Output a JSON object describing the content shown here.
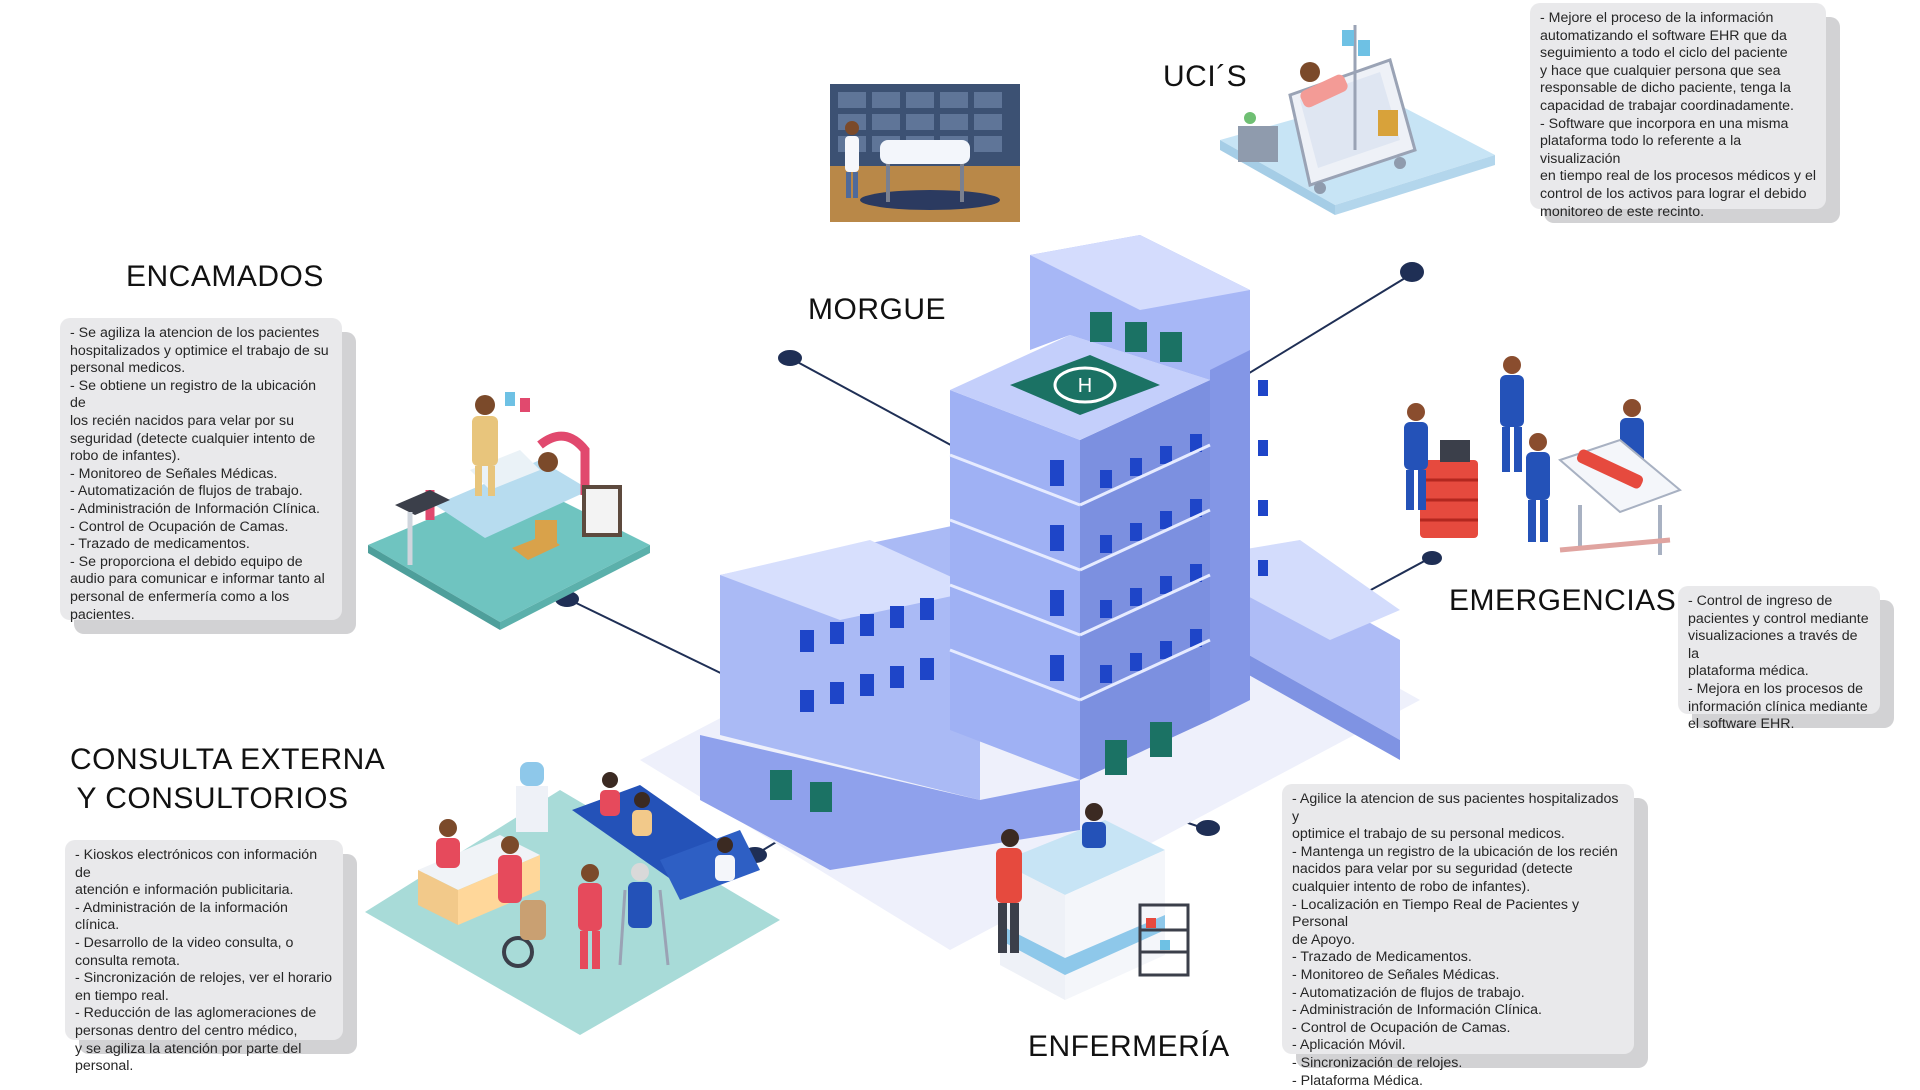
{
  "sections": {
    "uci": {
      "title": "UCI´S",
      "lines": [
        "- Mejore el proceso de la información\nautomatizando el software EHR que da\nseguimiento a todo el ciclo del paciente\ny hace que cualquier persona que sea\nresponsable de dicho paciente, tenga la\ncapacidad de trabajar coordinadamente.",
        "- Software que incorpora en una misma\nplataforma todo lo referente a la visualización\nen tiempo real de los procesos médicos y el\ncontrol de los activos para lograr el debido\nmonitoreo de este recinto."
      ]
    },
    "morgue": {
      "title": "MORGUE"
    },
    "encamados": {
      "title": "ENCAMADOS",
      "lines": [
        "- Se agiliza la atencion de los pacientes\nhospitalizados y optimice el trabajo de su\npersonal medicos.",
        "- Se obtiene un registro de la ubicación de\nlos recién nacidos para velar por su\nseguridad (detecte cualquier intento de\nrobo de infantes).",
        "- Monitoreo de Señales Médicas.",
        "- Automatización de flujos de trabajo.",
        "- Administración de Información Clínica.",
        "- Control de Ocupación de Camas.",
        "- Trazado de medicamentos.",
        "- Se proporciona el debido equipo de\naudio para comunicar e informar tanto al\npersonal de enfermería como a los\npacientes."
      ]
    },
    "emergencias": {
      "title": "EMERGENCIAS",
      "lines": [
        "- Control de ingreso de\npacientes y control mediante\nvisualizaciones a través de la\nplataforma médica.",
        "- Mejora en los procesos de\ninformación clínica mediante\nel software EHR."
      ]
    },
    "consulta": {
      "title_line1": "CONSULTA EXTERNA",
      "title_line2": "Y CONSULTORIOS",
      "lines": [
        "- Kioskos electrónicos con información de\natención e información publicitaria.",
        "- Administración de la información clínica.",
        "- Desarrollo de la video consulta, o\nconsulta remota.",
        "- Sincronización de relojes, ver el horario\nen tiempo real.",
        "- Reducción de las aglomeraciones de\npersonas dentro del centro médico,\ny se agiliza la atención por parte del\npersonal."
      ]
    },
    "enfermeria": {
      "title": "ENFERMERÍA",
      "lines": [
        "- Agilice la atencion de sus pacientes hospitalizados y\noptimice el trabajo de su personal medicos.",
        "- Mantenga un registro de la ubicación de los recién\nnacidos para velar por su seguridad (detecte\ncualquier intento de robo de infantes).",
        "- Localización en Tiempo Real de Pacientes y Personal\nde Apoyo.",
        "- Trazado de Medicamentos.",
        "- Monitoreo de Señales Médicas.",
        "- Automatización de flujos de trabajo.",
        "- Administración de Información Clínica.",
        "- Control de Ocupación de Camas.",
        "- Aplicación Móvil.",
        "- Sincronización de relojes.",
        "- Plataforma Médica."
      ]
    }
  },
  "colors": {
    "building_light": "#c9d4fb",
    "building_mid": "#98aaf2",
    "building_dark": "#6f83dc",
    "window": "#1e45c8",
    "helipad": "#1b7264",
    "connector": "#1f2f55",
    "floor_teal": "#a8dbd8",
    "floor_ice": "#c7e4f5"
  }
}
